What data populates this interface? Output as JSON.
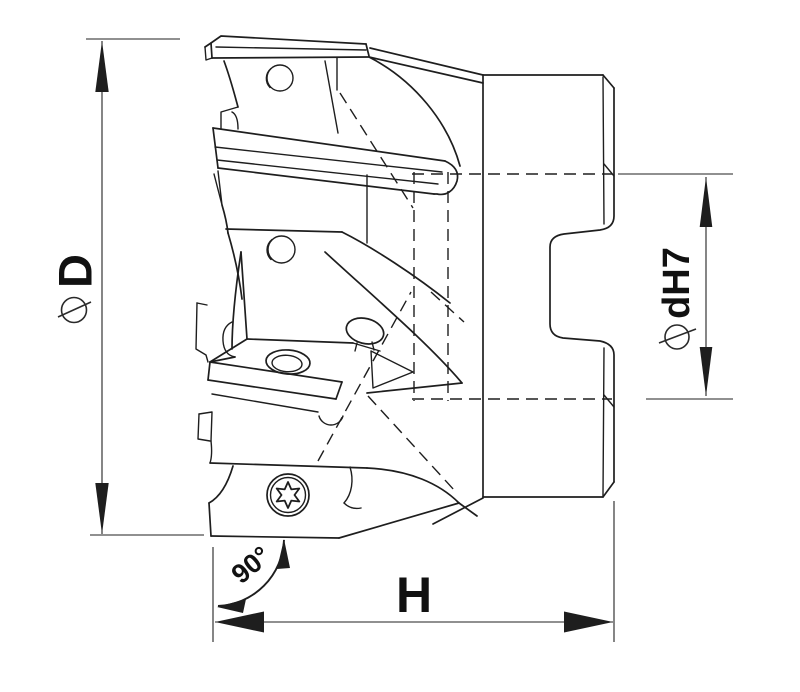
{
  "drawing": {
    "subject": "90-degree indexable face milling cutter, side view technical drawing",
    "background_color": "#ffffff",
    "line_color": "#1e1e1e",
    "labels": {
      "outer_diameter": {
        "full": "⌀D",
        "symbol": "⌀",
        "text": "D"
      },
      "bore_diameter": {
        "full": "⌀dH7",
        "symbol": "⌀",
        "text": "dH7"
      },
      "overall_height": {
        "full": "H",
        "text": "H"
      },
      "corner_angle": {
        "full": "90°",
        "text": "90°"
      }
    }
  }
}
